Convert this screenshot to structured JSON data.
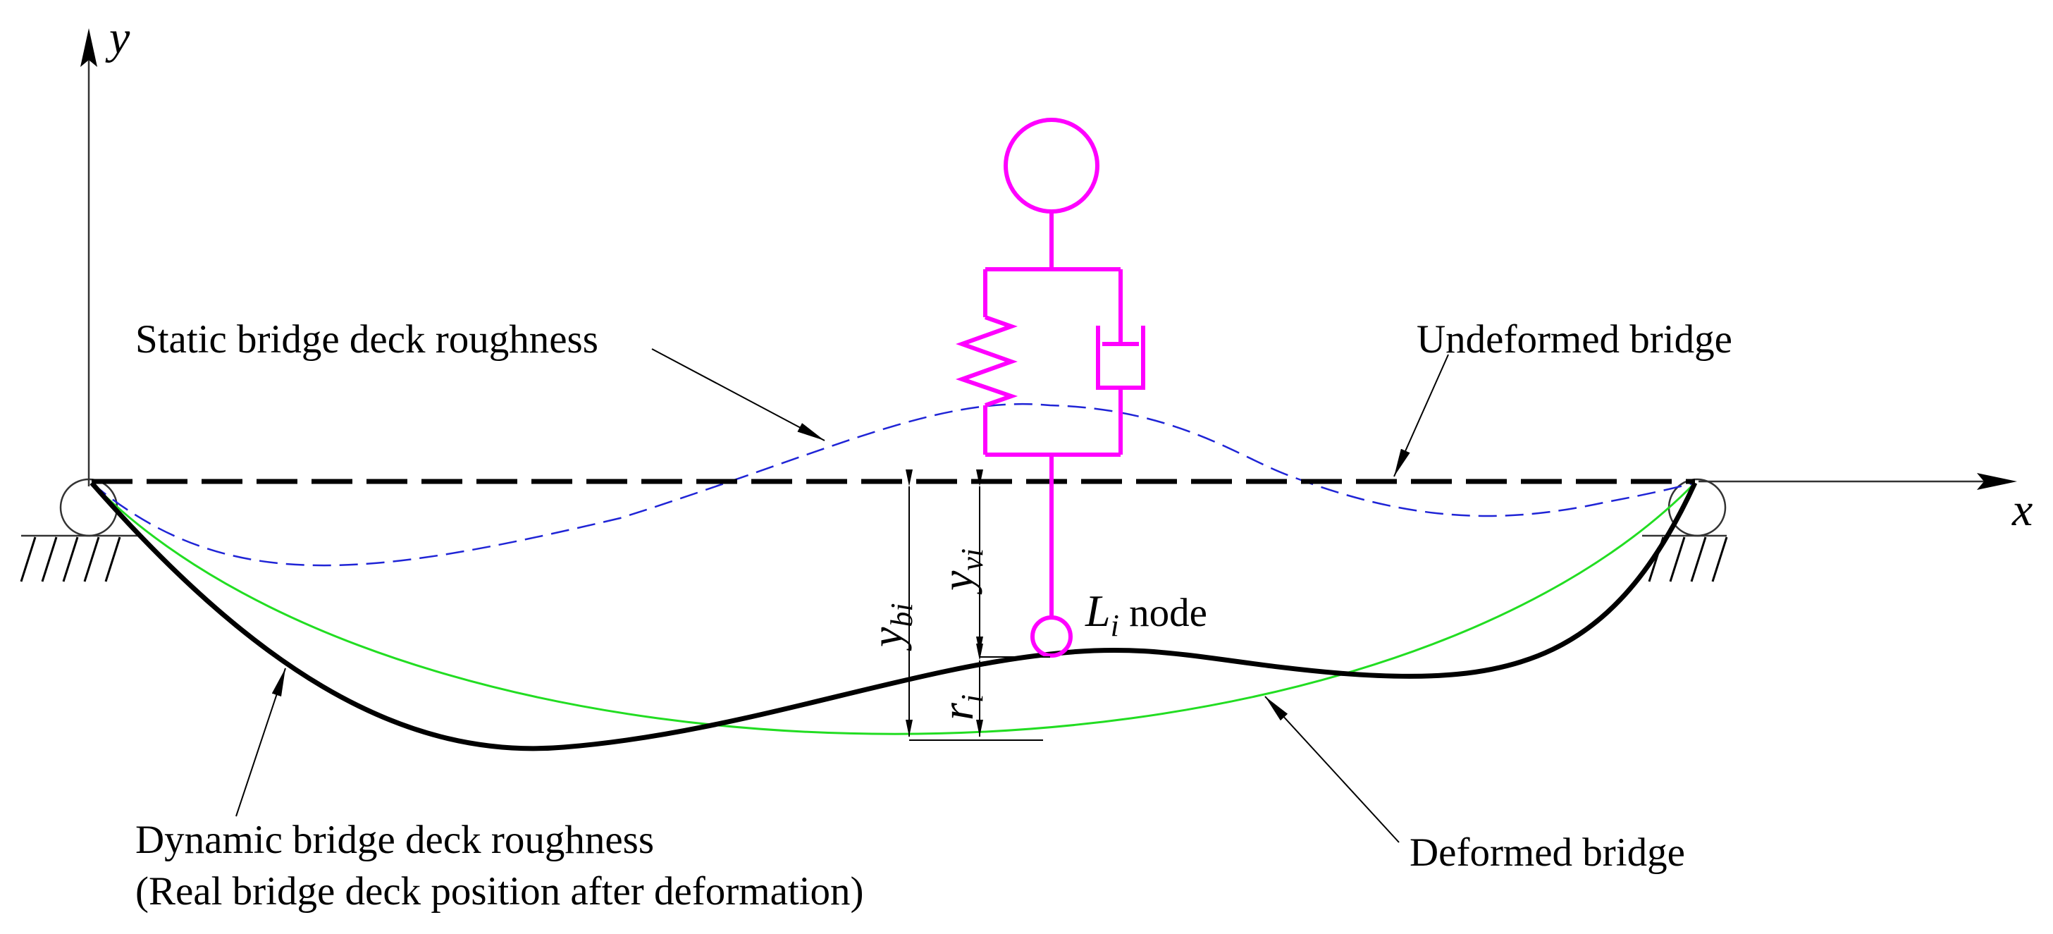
{
  "axes": {
    "x_label": "x",
    "y_label": "y"
  },
  "labels": {
    "static_roughness": "Static bridge deck roughness",
    "undeformed_bridge": "Undeformed bridge",
    "dynamic_roughness_line1": "Dynamic bridge deck roughness",
    "dynamic_roughness_line2": "(Real bridge deck position after deformation)",
    "deformed_bridge": "Deformed bridge",
    "node_suffix": " node"
  },
  "symbols": {
    "y_bi": {
      "main": "y",
      "sub": "bi"
    },
    "y_vi": {
      "main": "y",
      "sub": "vi"
    },
    "r_i": {
      "main": "r",
      "sub": "i"
    },
    "L_i": {
      "main": "L",
      "sub": "i"
    }
  },
  "colors": {
    "ink": "#000000",
    "vehicle": "#ff00ff",
    "static_roughness": "#1f24d6",
    "deformed_bridge": "#22dd22",
    "axes": "#333333"
  }
}
